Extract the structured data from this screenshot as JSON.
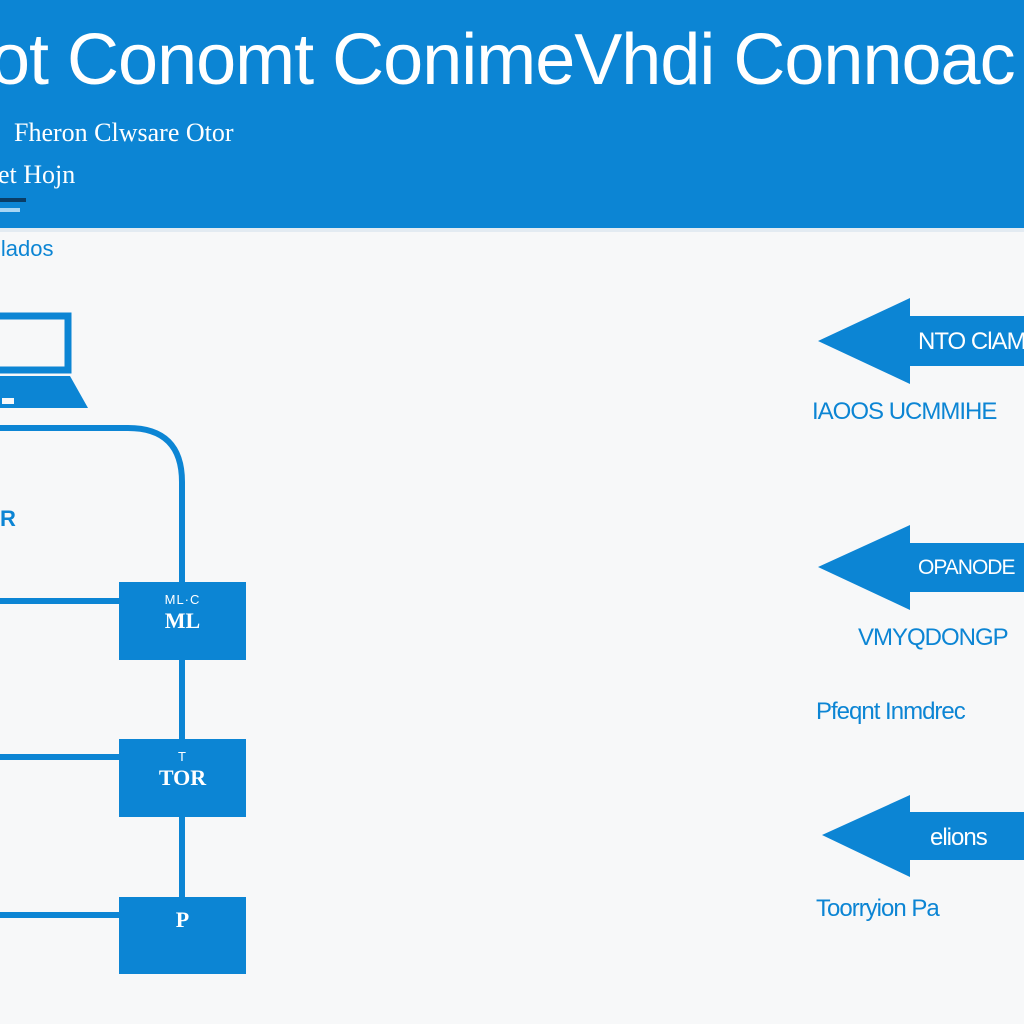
{
  "header": {
    "title": "ot Conomt ConimeVhdi Connoac",
    "subtitle": "Fheron Clwsare Otor",
    "subtitle2": "et Hojn"
  },
  "section": {
    "label": "ilados"
  },
  "diagram": {
    "side_label": "R",
    "nodes": [
      {
        "small": "ML·C",
        "big": "ML"
      },
      {
        "small": "T",
        "big": "TOR"
      },
      {
        "small": "",
        "big": "P"
      }
    ],
    "arrows": [
      {
        "text": "NTO ClAM",
        "caption": "IAOOS UCMMIHE"
      },
      {
        "text": "OPANODE",
        "caption": "VMYQDONGP"
      },
      {
        "text": "elions",
        "caption": "Toorryion Pa"
      }
    ],
    "extra_caption": "Pfeqnt Inmdrec"
  },
  "colors": {
    "primary": "#0c85d4",
    "background": "#f7f8f9",
    "header_text": "#ffffff"
  },
  "icons": {
    "computer": "laptop-icon"
  }
}
